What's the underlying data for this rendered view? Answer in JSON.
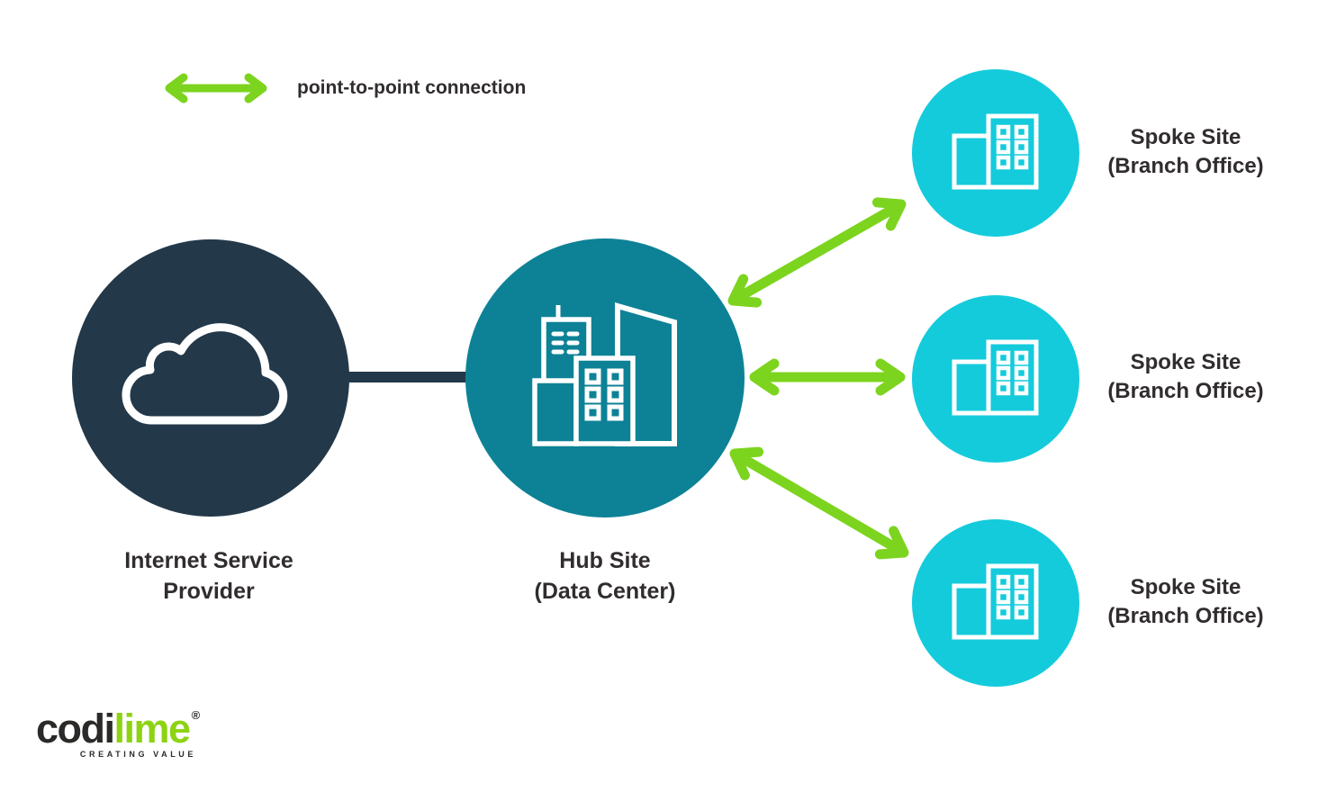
{
  "legend": {
    "label": "point-to-point connection"
  },
  "nodes": {
    "isp": {
      "label_line1": "Internet Service",
      "label_line2": "Provider"
    },
    "hub": {
      "label_line1": "Hub Site",
      "label_line2": "(Data Center)"
    }
  },
  "spokes": [
    {
      "label_line1": "Spoke Site",
      "label_line2": "(Branch Office)"
    },
    {
      "label_line1": "Spoke Site",
      "label_line2": "(Branch Office)"
    },
    {
      "label_line1": "Spoke Site",
      "label_line2": "(Branch Office)"
    }
  ],
  "icons": {
    "legend": "double-arrow-icon",
    "isp": "cloud-icon",
    "hub": "city-buildings-icon",
    "spoke": "office-building-icon"
  },
  "logo": {
    "part1": "codi",
    "part2": "lime",
    "registered": "®",
    "tagline": "CREATING VALUE"
  },
  "colors": {
    "navy": "#233849",
    "teal": "#0d8296",
    "cyan": "#14cbdc",
    "green": "#7cd41e",
    "text": "#312d2e",
    "logo_dark": "#2b2a29",
    "logo_lime": "#8ed313",
    "background": "#ffffff"
  }
}
